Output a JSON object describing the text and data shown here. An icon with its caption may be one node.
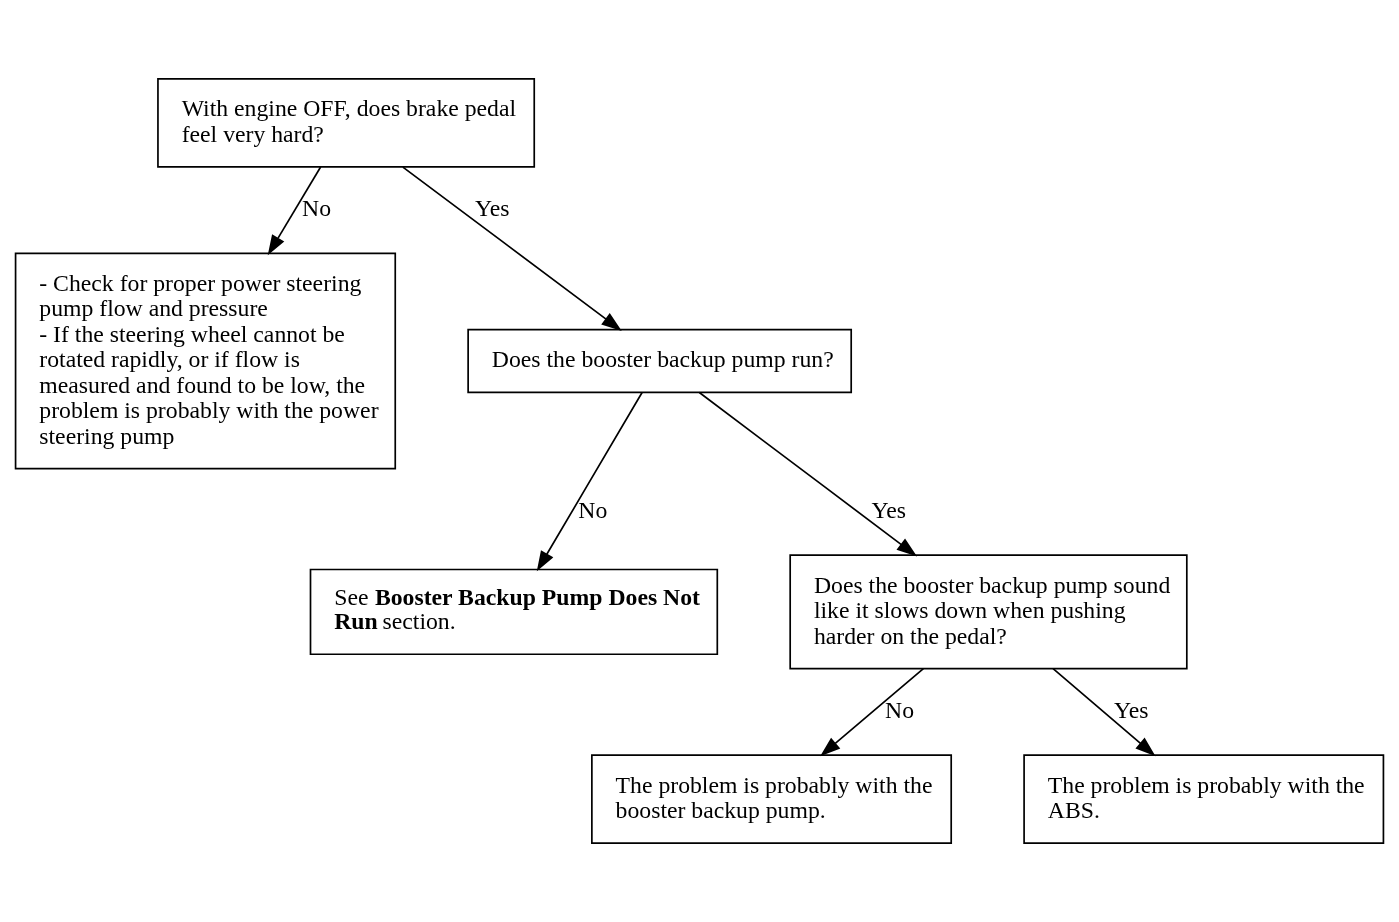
{
  "diagram": {
    "nodes": [
      {
        "text": [
          "With engine OFF, does brake pedal feel very hard?"
        ]
      },
      {
        "text": [
          "- Check for proper power steering pump flow and pressure",
          "- If the steering wheel cannot be rotated rapidly, or if flow is measured and found to be low, the problem is probably with the power steering pump"
        ]
      },
      {
        "text": [
          "Does the booster backup pump run?"
        ]
      },
      {
        "text": [
          "See **Booster Backup Pump Does Not Run** section."
        ]
      },
      {
        "text": [
          "Does the booster backup pump sound like it slows down when pushing harder on the pedal?"
        ]
      },
      {
        "text": [
          "The problem is probably with the booster backup pump."
        ]
      },
      {
        "text": [
          "The problem is probably with the ABS."
        ]
      }
    ],
    "edges": [
      {
        "from": 0,
        "to": 1,
        "arrow": "to",
        "label": "No"
      },
      {
        "from": 0,
        "to": 2,
        "arrow": "to",
        "label": "Yes"
      },
      {
        "from": 2,
        "to": 3,
        "arrow": "to",
        "label": "No"
      },
      {
        "from": 2,
        "to": 4,
        "arrow": "to",
        "label": "Yes"
      },
      {
        "from": 4,
        "to": 5,
        "arrow": "to",
        "label": "No"
      },
      {
        "from": 4,
        "to": 6,
        "arrow": "to",
        "label": "Yes"
      }
    ]
  }
}
